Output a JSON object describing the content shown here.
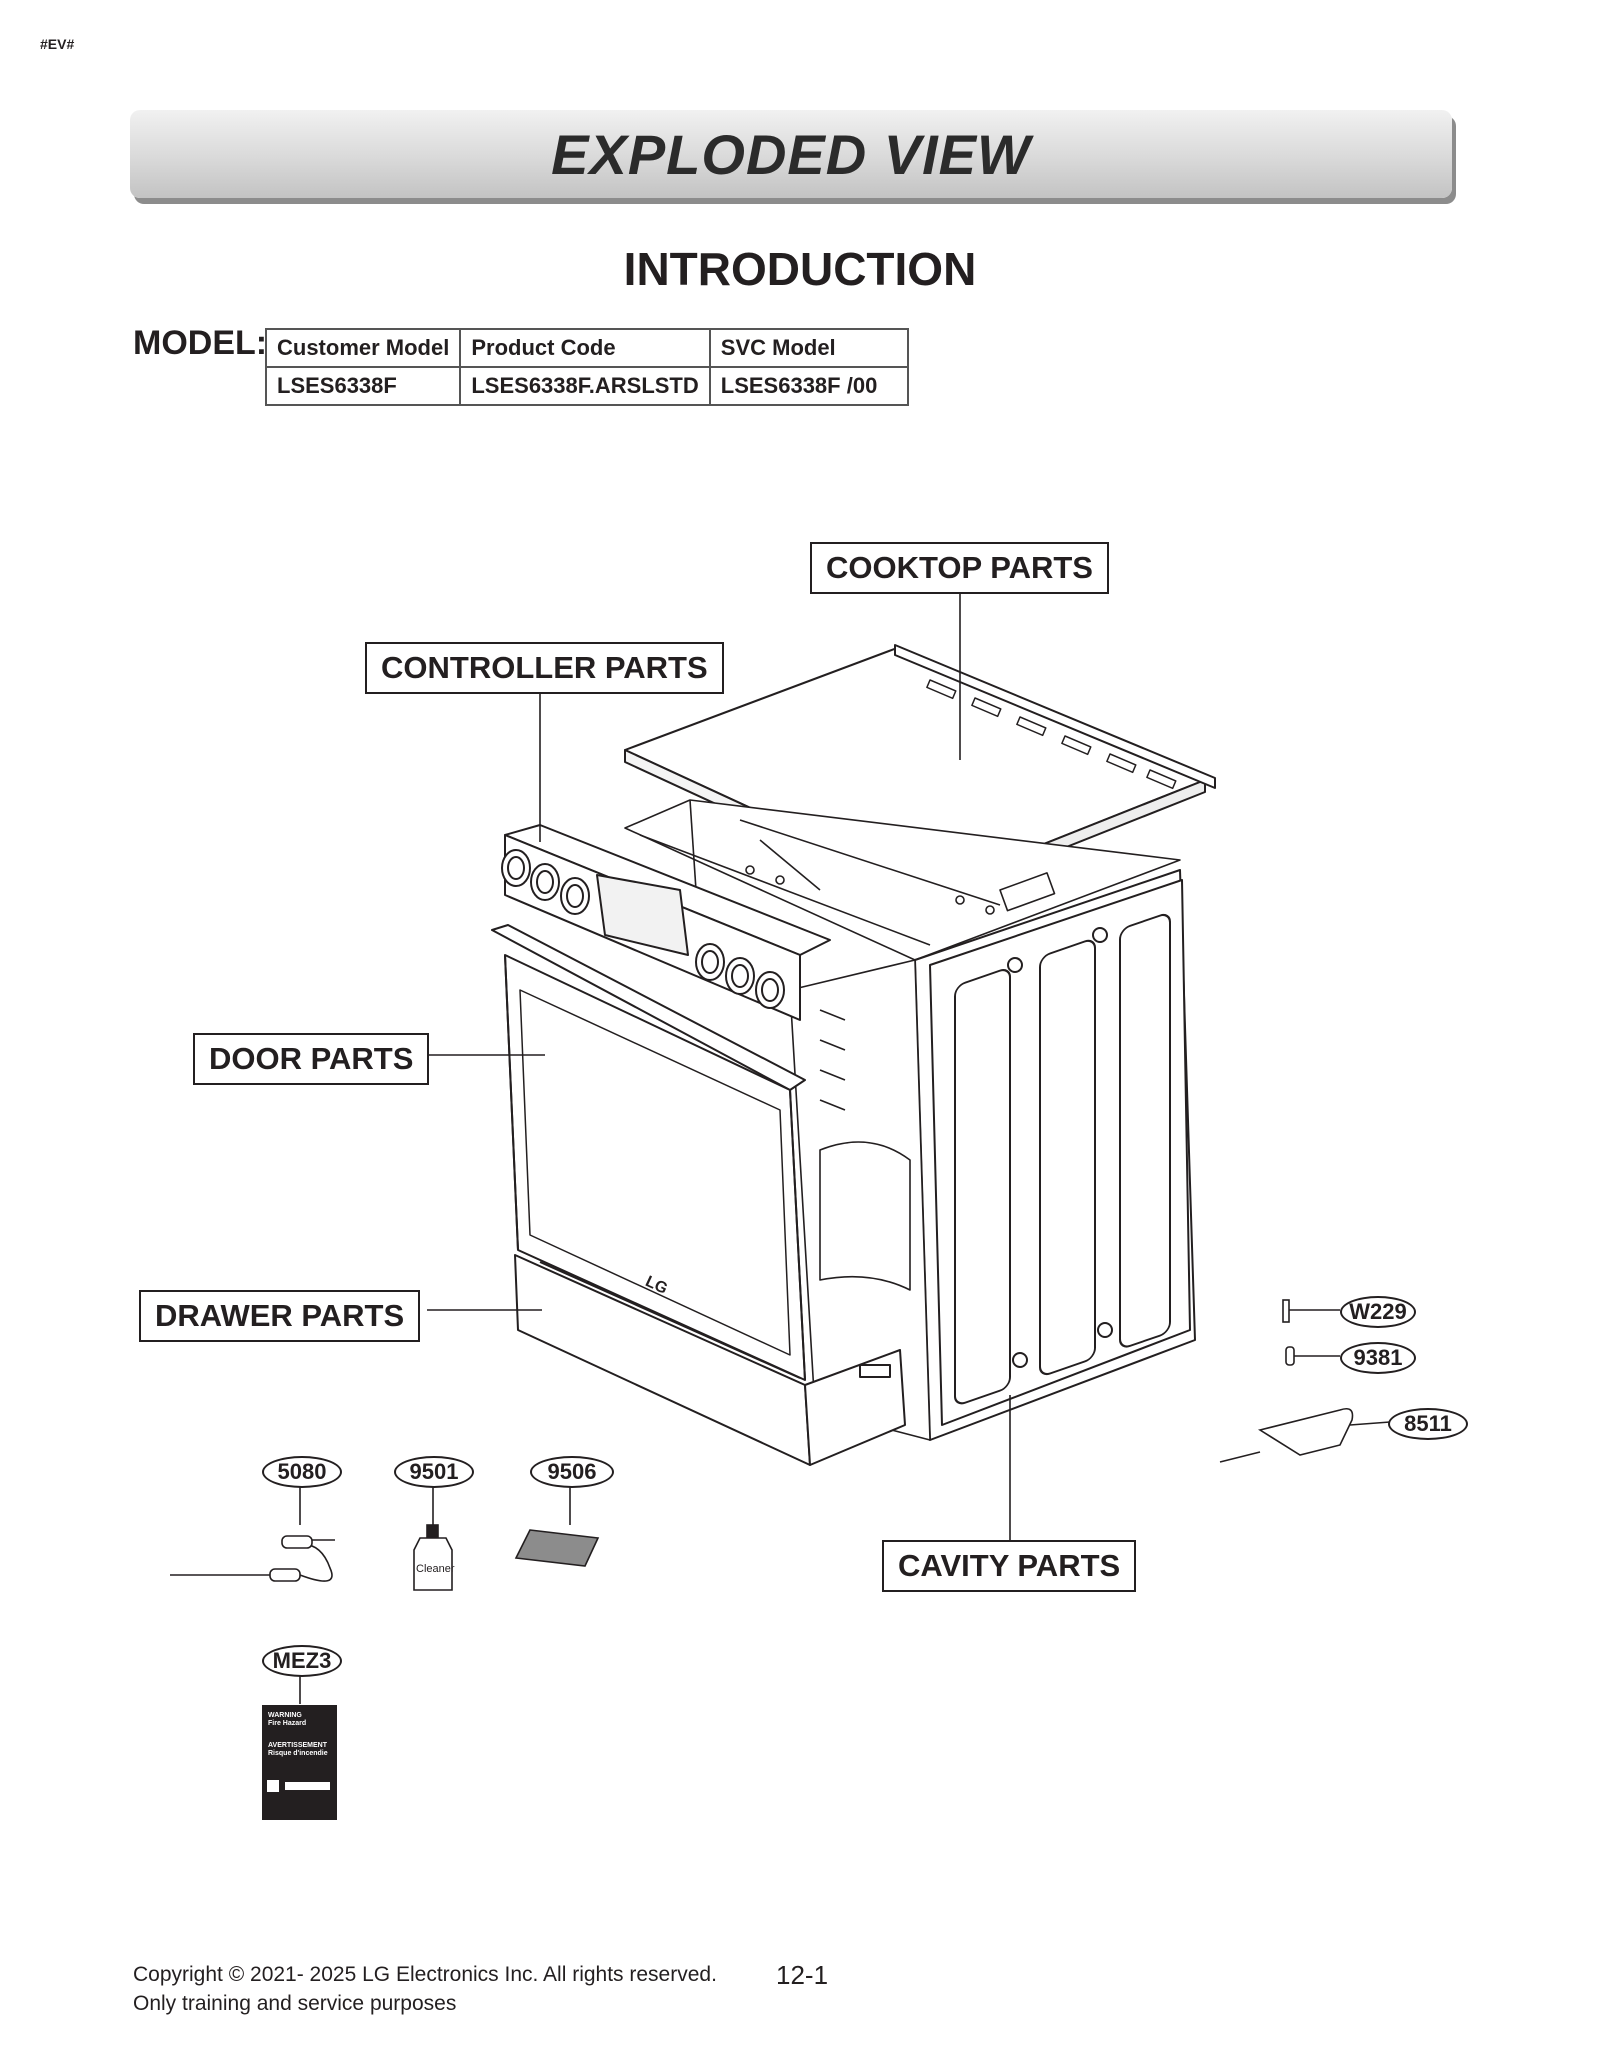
{
  "page_marker": "#EV#",
  "banner_title": "EXPLODED VIEW",
  "subtitle": "INTRODUCTION",
  "model_label": "MODEL:",
  "model_table": {
    "headers": [
      "Customer Model",
      "Product Code",
      "SVC Model"
    ],
    "row": [
      "LSES6338F",
      "LSES6338F.ARSLSTD",
      "LSES6338F /00"
    ]
  },
  "part_groups": {
    "cooktop": "COOKTOP PARTS",
    "controller": "CONTROLLER PARTS",
    "door": "DOOR PARTS",
    "drawer": "DRAWER PARTS",
    "cavity": "CAVITY PARTS"
  },
  "callouts": {
    "w229": "W229",
    "n9381": "9381",
    "n8511": "8511",
    "n5080": "5080",
    "n9501": "9501",
    "n9506": "9506",
    "mez3": "MEZ3"
  },
  "cleaner_label": "Cleaner",
  "oven_logo": "LG",
  "warning_label_lines": {
    "en_title": "WARNING",
    "en_sub": "Fire Hazard",
    "fr_title": "AVERTISSEMENT",
    "fr_sub": "Risque d'incendie"
  },
  "footer": {
    "copyright": "Copyright © 2021- 2025 LG Electronics Inc. All rights reserved.",
    "note": "Only training and service purposes",
    "page": "12-1"
  }
}
